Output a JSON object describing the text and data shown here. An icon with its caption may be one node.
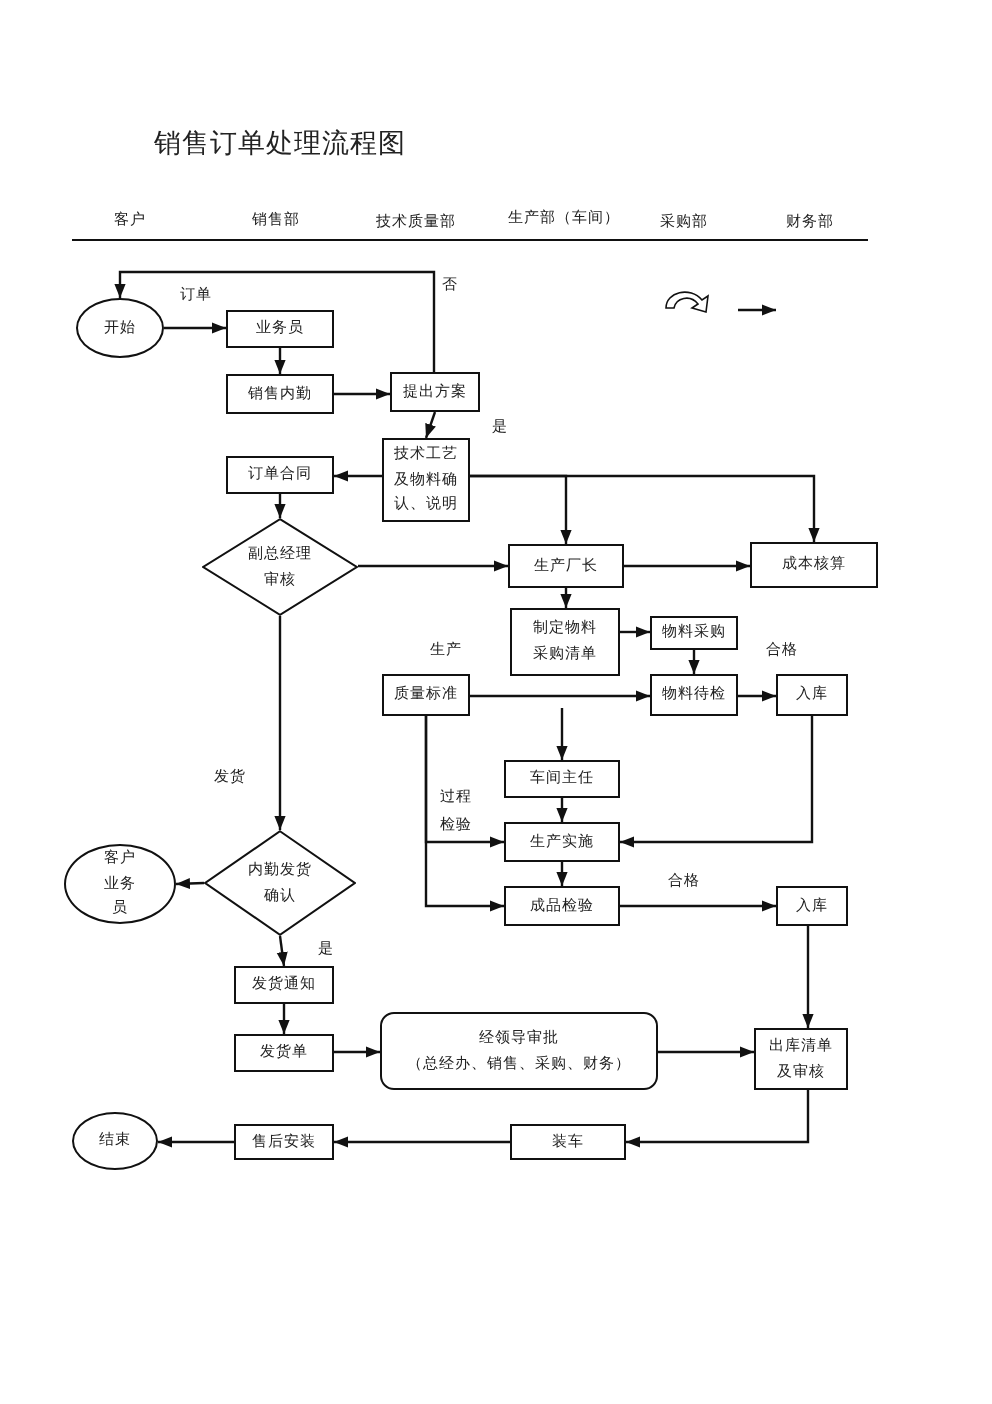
{
  "diagram": {
    "title": "销售订单处理流程图",
    "nodes": [
      {
        "text": [
          "开始"
        ]
      },
      {
        "text": [
          "业务员"
        ]
      },
      {
        "text": [
          "销售内勤"
        ]
      },
      {
        "text": [
          "提出方案"
        ]
      },
      {
        "text": [
          "技术工艺及物料确认、说明"
        ]
      },
      {
        "text": [
          "订单合同"
        ]
      },
      {
        "text": [
          "副总经理审核"
        ]
      },
      {
        "text": [
          "生产厂长"
        ]
      },
      {
        "text": [
          "成本核算"
        ]
      },
      {
        "text": [
          "制定物料采购清单"
        ]
      },
      {
        "text": [
          "物料采购"
        ]
      },
      {
        "text": [
          "质量标准"
        ]
      },
      {
        "text": [
          "物料待检"
        ]
      },
      {
        "text": [
          "入库"
        ]
      },
      {
        "text": [
          "车间主任"
        ]
      },
      {
        "text": [
          "生产实施"
        ]
      },
      {
        "text": [
          "客户业务员"
        ]
      },
      {
        "text": [
          "内勤发货确认"
        ]
      },
      {
        "text": [
          "成品检验"
        ]
      },
      {
        "text": [
          "入库"
        ]
      },
      {
        "text": [
          "发货通知"
        ]
      },
      {
        "text": [
          "发货单"
        ]
      },
      {
        "text": [
          "经领导审批",
          "（总经办、销售、采购、财务）"
        ]
      },
      {
        "text": [
          "出库清单及审核"
        ]
      },
      {
        "text": [
          "结束"
        ]
      },
      {
        "text": [
          "售后安装"
        ]
      },
      {
        "text": [
          "装车"
        ]
      }
    ],
    "edges": [
      {
        "from": 0,
        "to": 1,
        "arrow": "to",
        "label": "订单"
      },
      {
        "from": 1,
        "to": 2,
        "arrow": "to"
      },
      {
        "from": 2,
        "to": 3,
        "arrow": "to"
      },
      {
        "from": 3,
        "to": 0,
        "arrow": "to",
        "label": "否"
      },
      {
        "from": 3,
        "to": 4,
        "arrow": "to"
      },
      {
        "from": 4,
        "to": 5,
        "arrow": "to"
      },
      {
        "from": 4,
        "to": 7,
        "arrow": "to",
        "label": "是"
      },
      {
        "from": 4,
        "to": 8,
        "arrow": "to"
      },
      {
        "from": 5,
        "to": 6,
        "arrow": "to"
      },
      {
        "from": 6,
        "to": 7,
        "arrow": "to"
      },
      {
        "from": 7,
        "to": 8,
        "arrow": "to"
      },
      {
        "from": 7,
        "to": 9,
        "arrow": "to"
      },
      {
        "from": 9,
        "to": 10,
        "arrow": "to"
      },
      {
        "from": 10,
        "to": 12,
        "arrow": "to"
      },
      {
        "from": 11,
        "to": 12,
        "arrow": "to"
      },
      {
        "from": 12,
        "to": 13,
        "arrow": "to"
      },
      {
        "from": null,
        "to": 14,
        "arrow": "to"
      },
      {
        "from": 14,
        "to": 15,
        "arrow": "to"
      },
      {
        "from": 13,
        "to": 15,
        "arrow": "to"
      },
      {
        "from": 11,
        "to": 15,
        "arrow": "to",
        "label": "过程检验"
      },
      {
        "from": 11,
        "to": 18,
        "arrow": "to"
      },
      {
        "from": 15,
        "to": 18,
        "arrow": "to"
      },
      {
        "from": 18,
        "to": 19,
        "arrow": "to",
        "label": "合格"
      },
      {
        "from": 19,
        "to": 23,
        "arrow": "to"
      },
      {
        "from": 6,
        "to": 17,
        "arrow": "to",
        "label": "发货"
      },
      {
        "from": 17,
        "to": 16,
        "arrow": "to"
      },
      {
        "from": 17,
        "to": 20,
        "arrow": "to",
        "label": "是"
      },
      {
        "from": 20,
        "to": 21,
        "arrow": "to"
      },
      {
        "from": 21,
        "to": 22,
        "arrow": "to"
      },
      {
        "from": 22,
        "to": 23,
        "arrow": "to"
      },
      {
        "from": 23,
        "to": 26,
        "arrow": "to"
      },
      {
        "from": 26,
        "to": 25,
        "arrow": "to"
      },
      {
        "from": 25,
        "to": 24,
        "arrow": "to"
      }
    ],
    "labels": [
      "客户",
      "销售部",
      "技术质量部",
      "生产部（车间）",
      "采购部",
      "财务部",
      "生产",
      "合格"
    ]
  }
}
